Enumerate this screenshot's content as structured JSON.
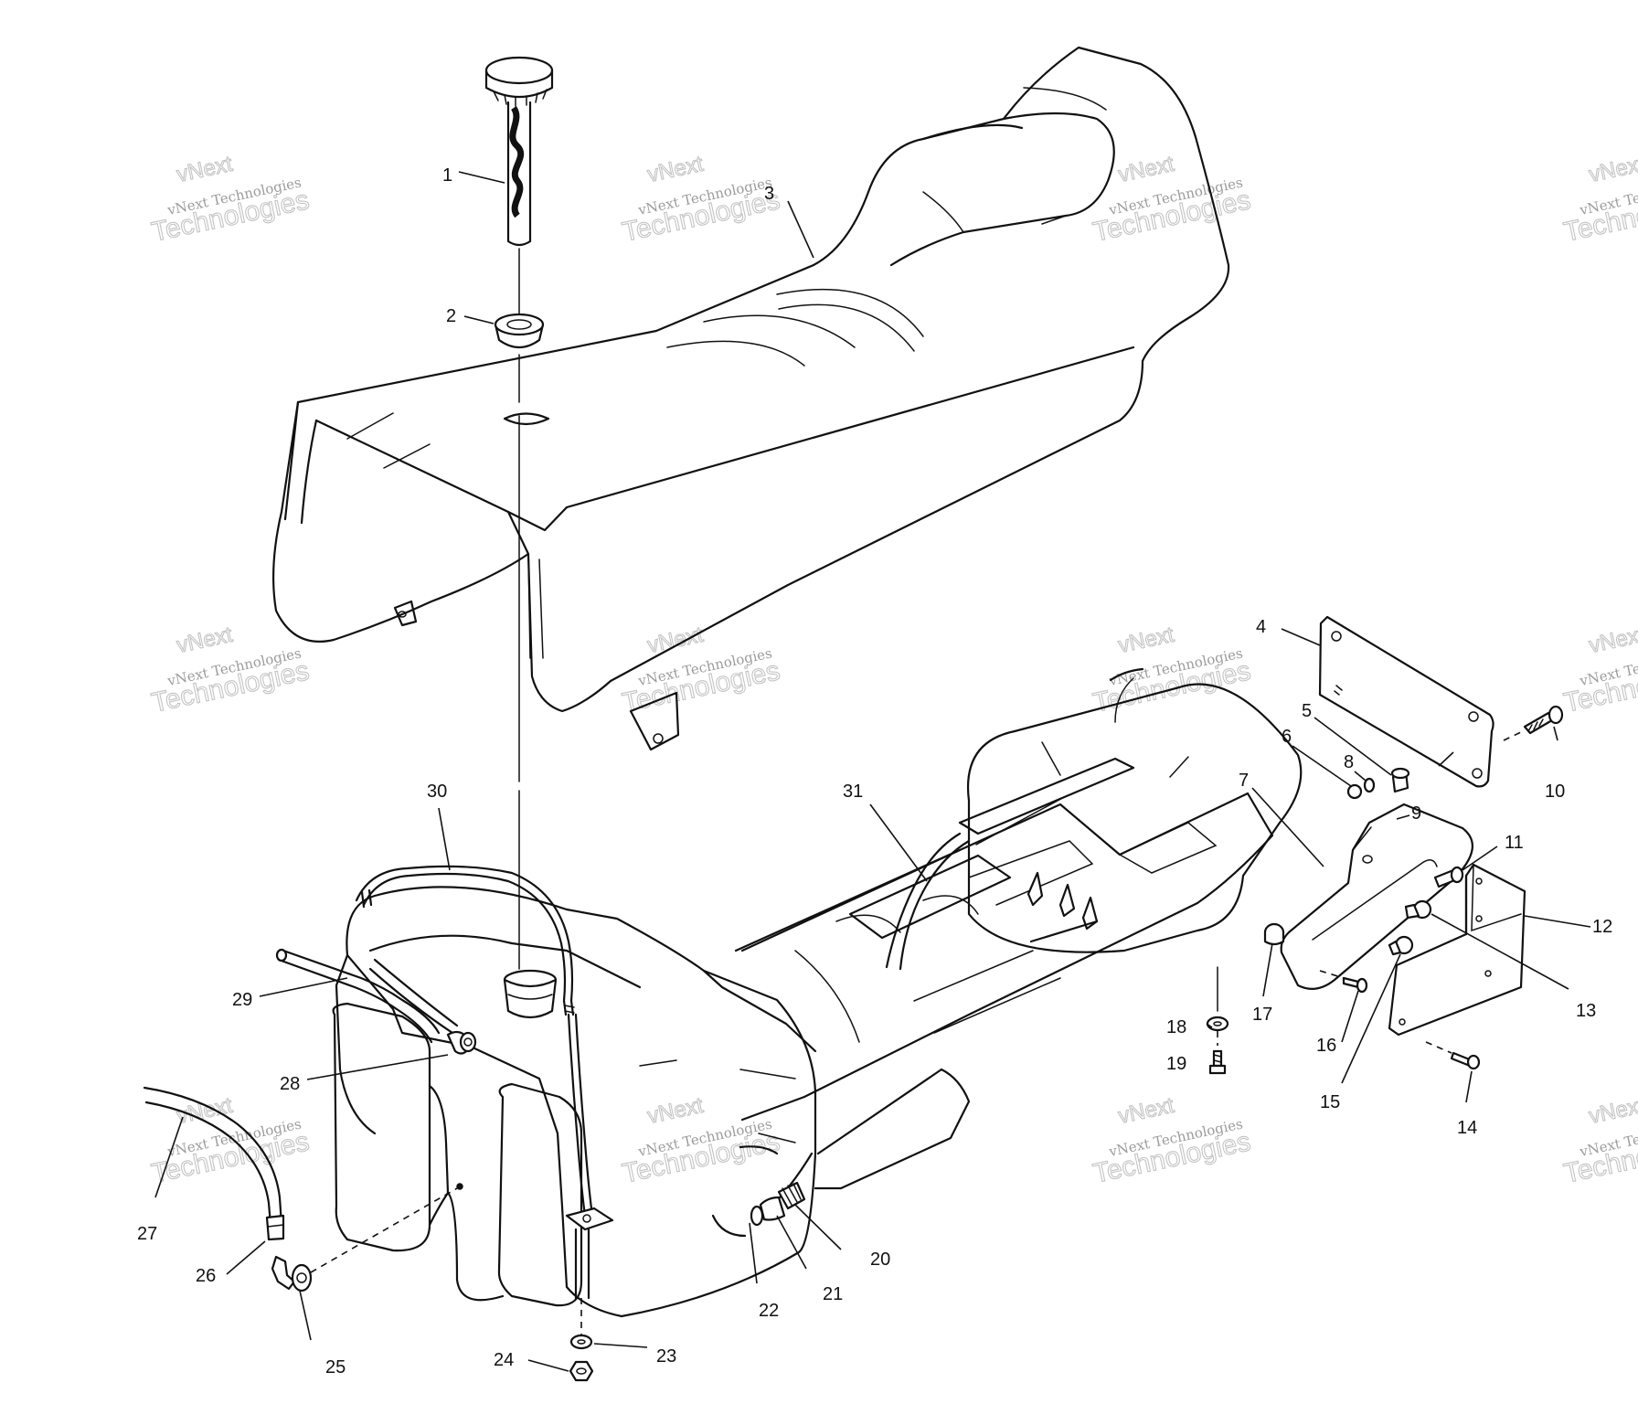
{
  "watermark": {
    "line1": "vNext",
    "line2": "vNext Technologies",
    "line3": "Technologies"
  },
  "callouts": [
    {
      "id": "1",
      "label": "1"
    },
    {
      "id": "2",
      "label": "2"
    },
    {
      "id": "3",
      "label": "3"
    },
    {
      "id": "4",
      "label": "4"
    },
    {
      "id": "5",
      "label": "5"
    },
    {
      "id": "6",
      "label": "6"
    },
    {
      "id": "7",
      "label": "7"
    },
    {
      "id": "8",
      "label": "8"
    },
    {
      "id": "9",
      "label": "9"
    },
    {
      "id": "10",
      "label": "10"
    },
    {
      "id": "11",
      "label": "11"
    },
    {
      "id": "12",
      "label": "12"
    },
    {
      "id": "13",
      "label": "13"
    },
    {
      "id": "14",
      "label": "14"
    },
    {
      "id": "15",
      "label": "15"
    },
    {
      "id": "16",
      "label": "16"
    },
    {
      "id": "17",
      "label": "17"
    },
    {
      "id": "18",
      "label": "18"
    },
    {
      "id": "19",
      "label": "19"
    },
    {
      "id": "20",
      "label": "20"
    },
    {
      "id": "21",
      "label": "21"
    },
    {
      "id": "22",
      "label": "22"
    },
    {
      "id": "23",
      "label": "23"
    },
    {
      "id": "24",
      "label": "24"
    },
    {
      "id": "25",
      "label": "25"
    },
    {
      "id": "26",
      "label": "26"
    },
    {
      "id": "27",
      "label": "27"
    },
    {
      "id": "28",
      "label": "28"
    },
    {
      "id": "29",
      "label": "29"
    },
    {
      "id": "30",
      "label": "30"
    },
    {
      "id": "31",
      "label": "31"
    }
  ]
}
